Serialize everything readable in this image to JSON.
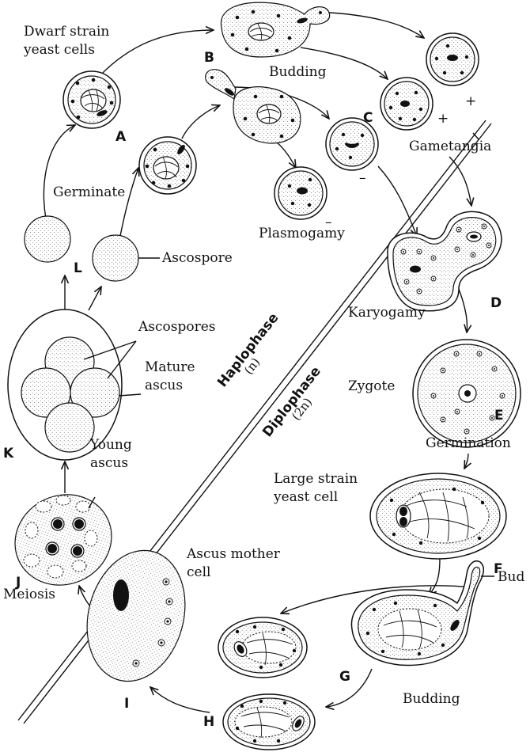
{
  "labels": {
    "dwarf_strain": "Dwarf strain",
    "yeast_cells": "yeast cells",
    "budding_top": "Budding",
    "gametangia": "Gametangia",
    "germinate": "Germinate",
    "plasmogamy": "Plasmogamy",
    "ascospore": "Ascospore",
    "karyogamy": "Karyogamy",
    "ascospores": "Ascospores",
    "mature": "Mature",
    "ascus": "ascus",
    "haplophase": "Haplophase",
    "haplo_n": "(n)",
    "diplophase": "Diplophase",
    "diplo_2n": "(2n)",
    "zygote": "Zygote",
    "germination": "Germination",
    "young": "Young",
    "young_ascus": "ascus",
    "large_strain": "Large strain",
    "yeast_cell": "yeast cell",
    "ascus_mother": "Ascus mother",
    "cell": "cell",
    "meiosis": "Meiosis",
    "bud": "Bud",
    "budding_bottom": "Budding"
  },
  "letters": {
    "A": "A",
    "B": "B",
    "C": "C",
    "D": "D",
    "E": "E",
    "F": "F",
    "G": "G",
    "H": "H",
    "I": "I",
    "J": "J",
    "K": "K",
    "L": "L"
  },
  "signs": {
    "plus_top": "+",
    "plus_c": "+",
    "minus_c": "–",
    "minus_p": "–"
  }
}
